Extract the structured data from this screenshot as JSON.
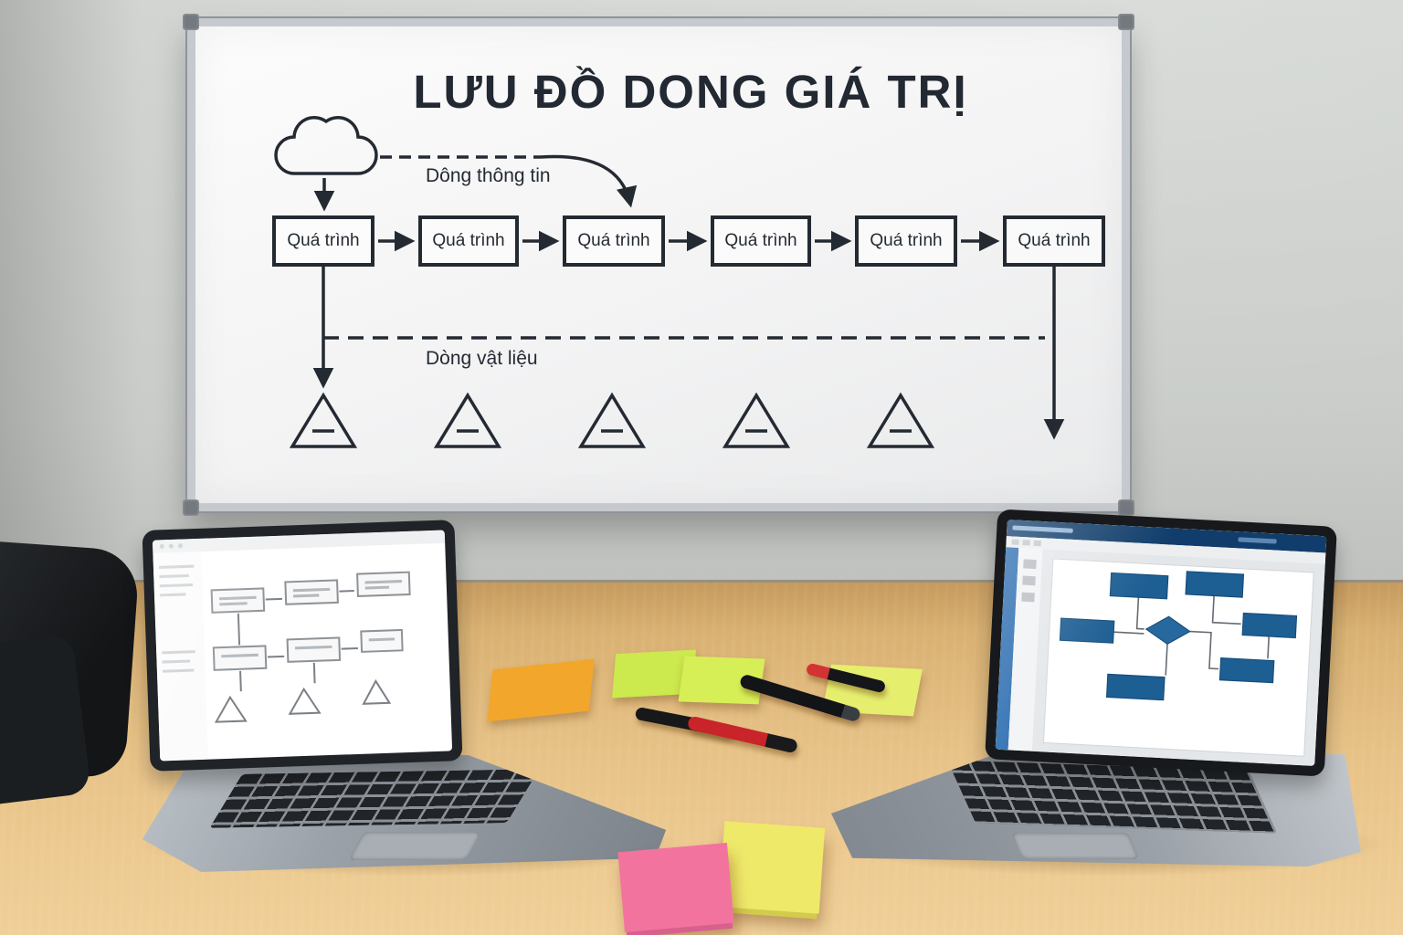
{
  "whiteboard": {
    "title": "LƯU ĐỒ DONG GIÁ TRỊ",
    "info_flow_label": "Dông thông tin",
    "material_flow_label": "Dòng vật liệu",
    "process_boxes": [
      "Quá trình",
      "Quá trình",
      "Quá trình",
      "Quá trình",
      "Quá trình",
      "Quá trình"
    ],
    "inventory_triangle_count": 5
  },
  "icons": {
    "cloud": "cloud-outline",
    "inventory": "triangle-with-dash",
    "flow": "arrow"
  },
  "colors": {
    "marker_ink": "#242a32",
    "desk_wood": "#e7c287",
    "sticky_orange": "#f2a62b",
    "sticky_green": "#cde94e",
    "sticky_yellow_green": "#e6ee6e",
    "sticky_pink": "#f2749e",
    "sticky_yellow": "#efe96a",
    "screen_diagram_blue": "#1d5e93",
    "marker_red": "#c8242a",
    "marker_black": "#17181a"
  }
}
